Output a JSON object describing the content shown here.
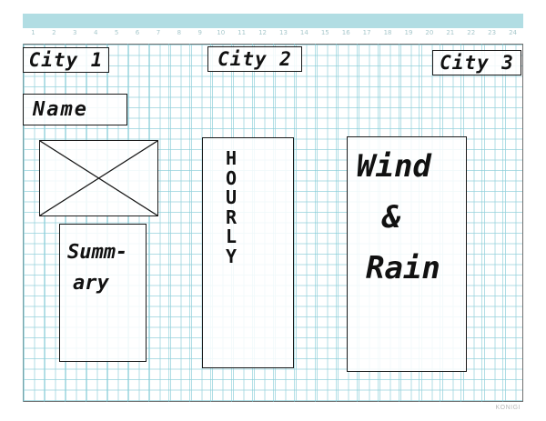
{
  "column_numbers": [
    "1",
    "2",
    "3",
    "4",
    "5",
    "6",
    "7",
    "8",
    "9",
    "10",
    "11",
    "12",
    "13",
    "14",
    "15",
    "16",
    "17",
    "18",
    "19",
    "20",
    "21",
    "22",
    "23",
    "24"
  ],
  "cities": [
    "City 1",
    "City 2",
    "City 3"
  ],
  "name_label": "Name",
  "image_placeholder": {
    "type": "image",
    "icon": "crossed-box-icon"
  },
  "summary_lines": [
    "Summ-",
    "ary"
  ],
  "hourly_letters": [
    "H",
    "O",
    "U",
    "R",
    "L",
    "Y"
  ],
  "wind_rain_lines": [
    "Wind",
    "&",
    "Rain"
  ],
  "watermark": "KONIGI",
  "colors": {
    "grid": "#96d2dc",
    "header_bar": "#b1dde3",
    "ink": "#111111"
  }
}
